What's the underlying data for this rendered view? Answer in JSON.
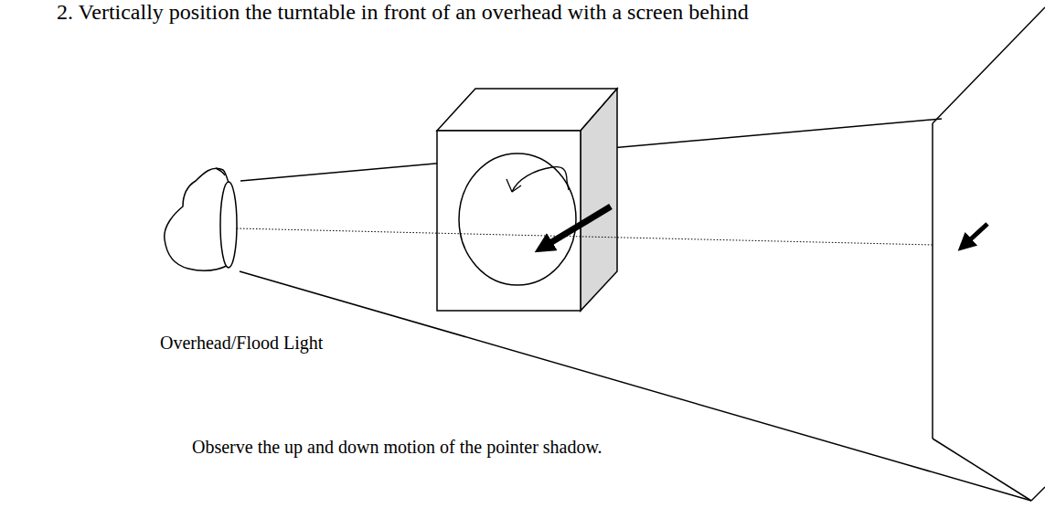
{
  "diagram": {
    "labels": [
      "2. Vertically position the turntable in front of an overhead with a screen behind",
      "Overhead/Flood Light",
      "Observe the up and down motion of the pointer shadow."
    ]
  }
}
